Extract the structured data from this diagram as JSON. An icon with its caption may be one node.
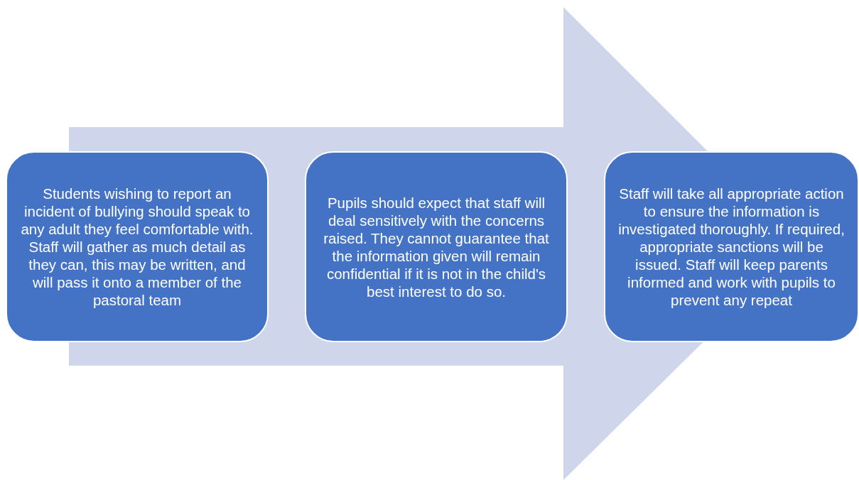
{
  "diagram": {
    "nodes": [
      {
        "text": [
          "Students wishing to report an incident of bullying should speak to any adult they feel comfortable with. Staff will gather as much detail as they can, this may be written, and will pass it onto a member of the pastoral team"
        ]
      },
      {
        "text": [
          "Pupils should expect that staff will deal sensitively with the concerns raised. They cannot guarantee that the information given will remain confidential if it is not in the child's best interest to do so."
        ]
      },
      {
        "text": [
          "Staff will take all appropriate action to ensure the information is investigated thoroughly. If required, appropriate sanctions will be issued. Staff will keep parents informed and work with pupils to prevent any repeat"
        ]
      }
    ],
    "edges": [
      {
        "from": 0,
        "to": 2,
        "arrow": "to"
      }
    ]
  }
}
